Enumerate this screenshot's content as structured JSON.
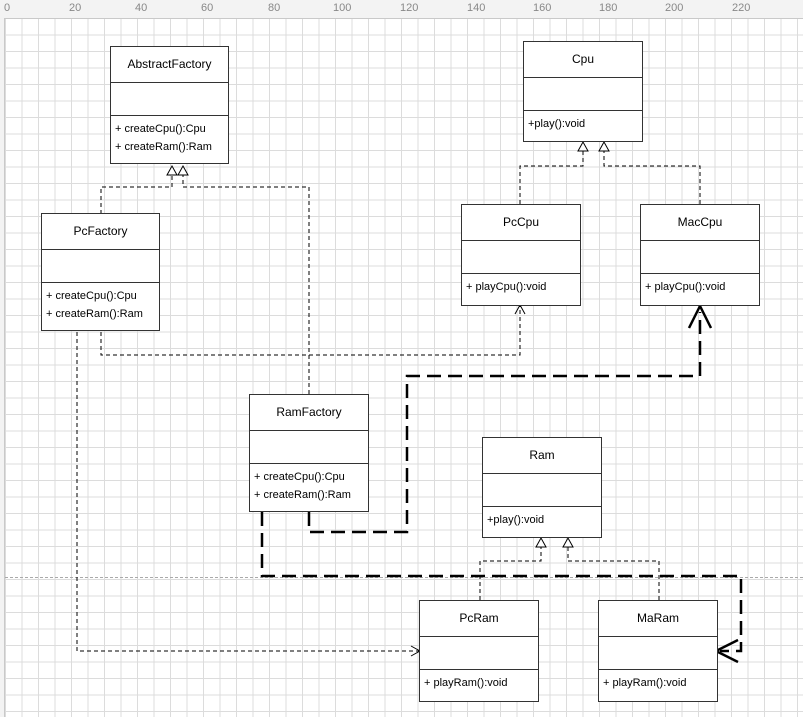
{
  "ruler": {
    "ticks": [
      "0",
      "20",
      "40",
      "60",
      "80",
      "100",
      "120",
      "140",
      "160",
      "180",
      "200",
      "220"
    ]
  },
  "classes": {
    "abstract_factory": {
      "name": "AbstractFactory",
      "ops": [
        "+ createCpu():Cpu",
        "+ createRam():Ram"
      ]
    },
    "pc_factory": {
      "name": "PcFactory",
      "ops": [
        "+ createCpu():Cpu",
        "+ createRam():Ram"
      ]
    },
    "ram_factory": {
      "name": "RamFactory",
      "ops": [
        "+ createCpu():Cpu",
        "+ createRam():Ram"
      ]
    },
    "cpu": {
      "name": "Cpu",
      "ops": [
        "+play():void"
      ]
    },
    "pc_cpu": {
      "name": "PcCpu",
      "ops": [
        "+ playCpu():void"
      ]
    },
    "mac_cpu": {
      "name": "MacCpu",
      "ops": [
        "+ playCpu():void"
      ]
    },
    "ram": {
      "name": "Ram",
      "ops": [
        "+play():void"
      ]
    },
    "pc_ram": {
      "name": "PcRam",
      "ops": [
        "+ playRam():void"
      ]
    },
    "ma_ram": {
      "name": "MaRam",
      "ops": [
        "+ playRam():void"
      ]
    }
  }
}
